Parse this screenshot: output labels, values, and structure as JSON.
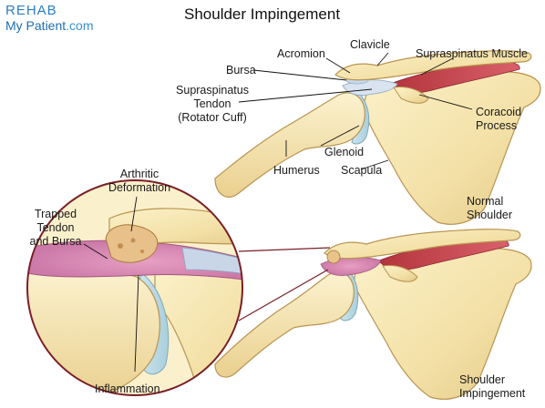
{
  "title": "Shoulder Impingement",
  "logo": {
    "line1": "REHAB",
    "line2": "My Patient",
    "domain": ".com"
  },
  "labels": {
    "acromion": "Acromion",
    "clavicle": "Clavicle",
    "supraspinatus_muscle": "Supraspinatus Muscle",
    "bursa": "Bursa",
    "supraspinatus_tendon_l1": "Supraspinatus",
    "supraspinatus_tendon_l2": "Tendon",
    "supraspinatus_tendon_l3": "(Rotator Cuff)",
    "coracoid_l1": "Coracoid",
    "coracoid_l2": "Process",
    "glenoid": "Glenoid",
    "humerus": "Humerus",
    "scapula": "Scapula",
    "normal_l1": "Normal",
    "normal_l2": "Shoulder",
    "arthritic_l1": "Arthritic",
    "arthritic_l2": "Deformation",
    "trapped_l1": "Trapped",
    "trapped_l2": "Tendon",
    "trapped_l3": "and Bursa",
    "inflammation": "Inflammation",
    "impingement_l1": "Shoulder",
    "impingement_l2": "Impingement"
  }
}
